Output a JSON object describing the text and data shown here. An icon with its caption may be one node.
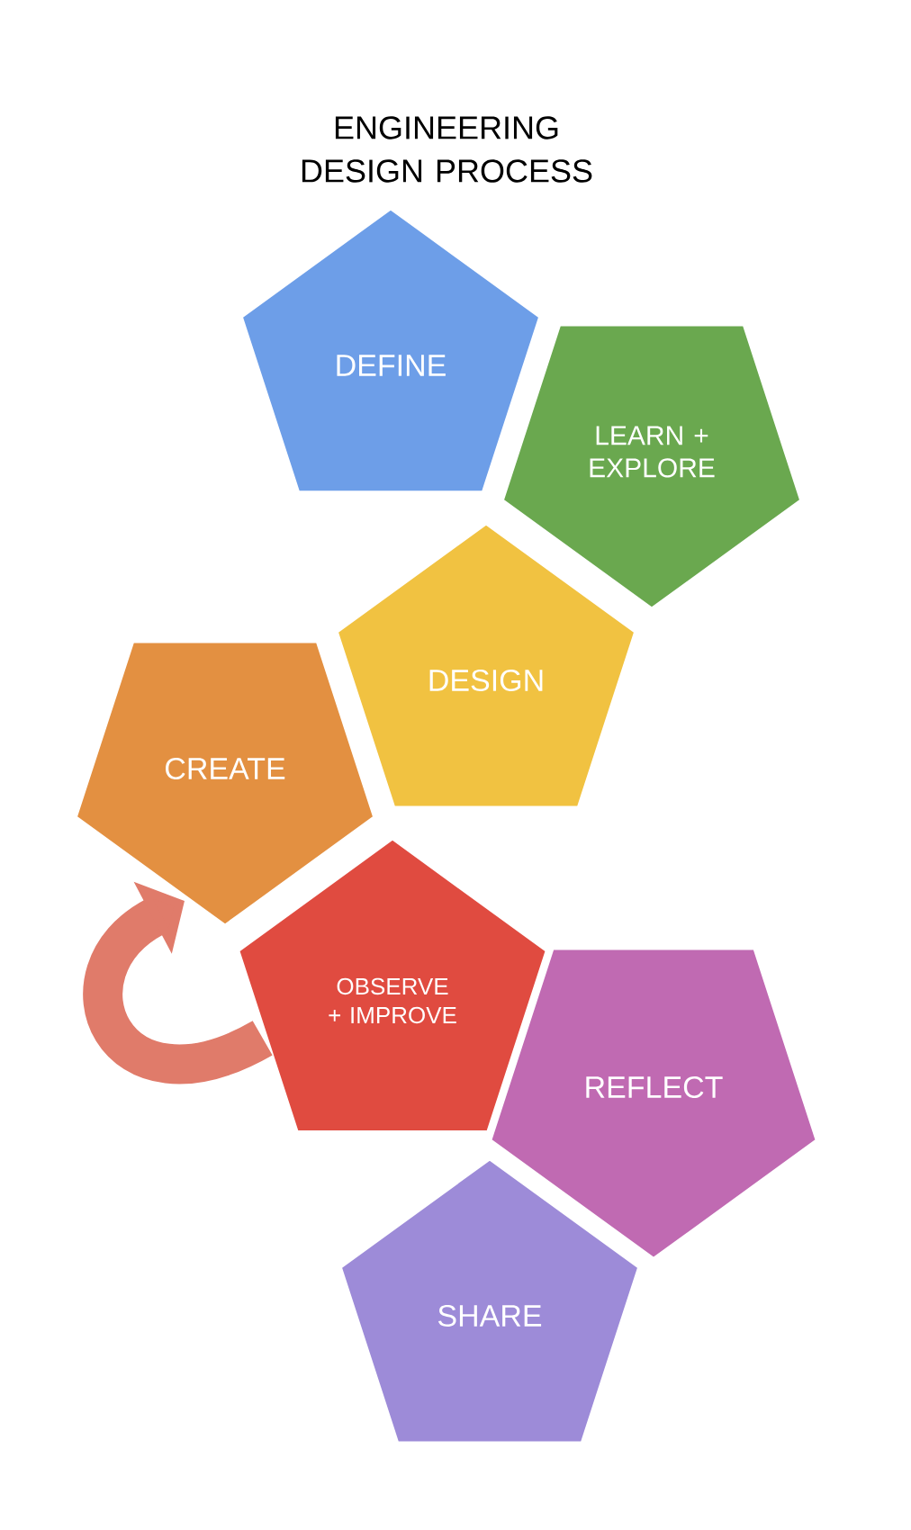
{
  "diagram": {
    "title": "ENGINEERING DESIGN PROCESS",
    "nodes": [
      {
        "text": [
          "DEFINE"
        ]
      },
      {
        "text": [
          "LEARN + EXPLORE"
        ]
      },
      {
        "text": [
          "DESIGN"
        ]
      },
      {
        "text": [
          "CREATE"
        ]
      },
      {
        "text": [
          "OBSERVE + IMPROVE"
        ]
      },
      {
        "text": [
          "REFLECT"
        ]
      },
      {
        "text": [
          "SHARE"
        ]
      }
    ],
    "edges": [
      {
        "from": 4,
        "to": 3,
        "arrow": "to",
        "color": "#e07b6a"
      }
    ]
  }
}
